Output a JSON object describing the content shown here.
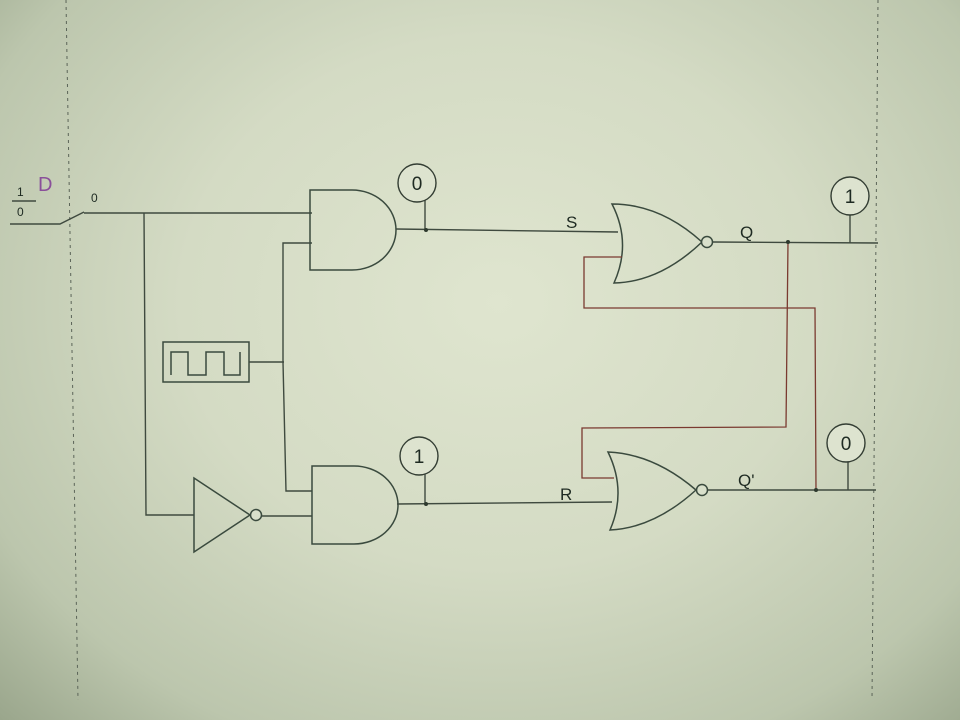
{
  "input_switch": {
    "name": "D",
    "state_top": "1",
    "state_bottom": "0",
    "output_value": "0"
  },
  "signals": {
    "s": "S",
    "r": "R",
    "q": "Q",
    "q_not": "Q'"
  },
  "probes": {
    "and_top": "0",
    "and_bottom": "1",
    "q_out": "1",
    "q_not_out": "0"
  },
  "colors": {
    "wire": "#3f4a3f",
    "feedback_wire": "#7a3a30",
    "input_label": "#8a4f9a"
  }
}
